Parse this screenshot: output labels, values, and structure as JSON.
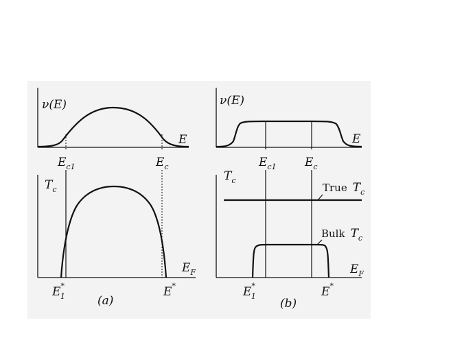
{
  "panel_a": {
    "top_ylabel_main": "ν(",
    "top_ylabel_var": "E",
    "top_ylabel_close": ")",
    "top_xlabel": "E",
    "ec1_main": "E",
    "ec1_sub": "c1",
    "ec_main": "E",
    "ec_sub": "c",
    "bottom_ylabel_main": "T",
    "bottom_ylabel_sub": "c",
    "bottom_xlabel_main": "E",
    "bottom_xlabel_sub": "F",
    "e1star_main": "E",
    "e1star_sub": "1",
    "e1star_sup": "*",
    "estar_main": "E",
    "estar_sup": "*",
    "caption": "(a)"
  },
  "panel_b": {
    "top_ylabel_main": "ν(",
    "top_ylabel_var": "E",
    "top_ylabel_close": ")",
    "top_xlabel": "E",
    "ec1_main": "E",
    "ec1_sub": "c1",
    "ec_main": "E",
    "ec_sub": "c",
    "bottom_ylabel_main": "T",
    "bottom_ylabel_sub": "c",
    "bottom_xlabel_main": "E",
    "bottom_xlabel_sub": "F",
    "e1star_main": "E",
    "e1star_sub": "1",
    "e1star_sup": "*",
    "estar_main": "E",
    "estar_sup": "*",
    "true_label": "True",
    "true_tc_main": "T",
    "true_tc_sub": "c",
    "bulk_label": "Bulk",
    "bulk_tc_main": "T",
    "bulk_tc_sub": "c",
    "caption": "(b)"
  }
}
